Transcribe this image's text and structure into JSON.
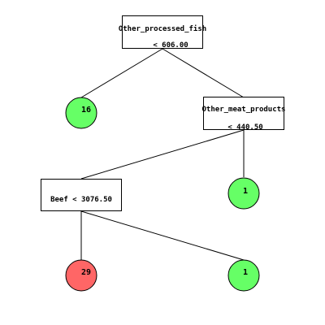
{
  "tree": {
    "root": {
      "feature": "Other_processed_fish",
      "threshold": "< 606.00"
    },
    "node_meat": {
      "feature": "Other_meat_products",
      "threshold": "< 440.50"
    },
    "node_beef": {
      "label": "Beef < 3076.50"
    },
    "leaves": {
      "leaf_root_left": {
        "value": "16",
        "color": "#66ff66"
      },
      "leaf_meat_right": {
        "value": "1",
        "color": "#66ff66"
      },
      "leaf_beef_left": {
        "value": "29",
        "color": "#ff6666"
      },
      "leaf_beef_right": {
        "value": "1",
        "color": "#66ff66"
      }
    }
  }
}
